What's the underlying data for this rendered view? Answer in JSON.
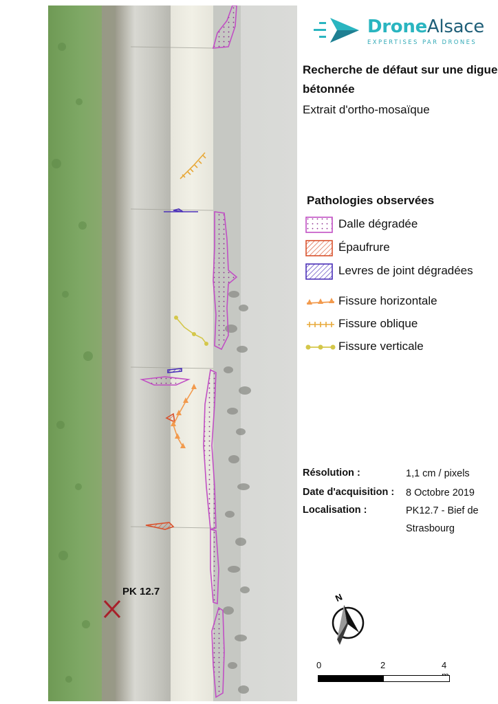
{
  "brand": {
    "name_part1": "Drone",
    "name_part2": "Alsace",
    "tagline": "EXPERTISES PAR DRONES",
    "colors": {
      "teal": "#2ab5c0",
      "dark": "#1f5f78"
    }
  },
  "header": {
    "title": "Recherche de défaut sur une digue bétonnée",
    "subtitle": "Extrait d'ortho-mosaïque"
  },
  "legend": {
    "title": "Pathologies observées",
    "items": [
      {
        "label": "Dalle dégradée",
        "symbol": "dotted-polygon",
        "color": "#c14fc4"
      },
      {
        "label": "Épaufrure",
        "symbol": "hatched-polygon",
        "color": "#d9512c"
      },
      {
        "label": "Levres de joint dégradées",
        "symbol": "hatched-polygon",
        "color": "#4a2fb8"
      },
      {
        "label": "Fissure horizontale",
        "symbol": "triangle-line",
        "color": "#f29a4d"
      },
      {
        "label": "Fissure oblique",
        "symbol": "cross-line",
        "color": "#e8a93a"
      },
      {
        "label": "Fissure verticale",
        "symbol": "dot-line",
        "color": "#d4c74a"
      }
    ]
  },
  "metadata": {
    "resolution_label": "Résolution :",
    "resolution_value": "1,1 cm / pixels",
    "date_label": "Date d'acquisition :",
    "date_value": "8 Octobre 2019",
    "location_label": "Localisation :",
    "location_value": "PK12.7 - Bief de Strasbourg"
  },
  "map": {
    "marker_label": "PK 12.7",
    "marker_symbol": "x-marker",
    "marker_color": "#a8202a"
  },
  "north_arrow": {
    "label": "N",
    "icon": "north-arrow-icon"
  },
  "scale_bar": {
    "ticks": [
      "0",
      "2",
      "4 m"
    ]
  }
}
